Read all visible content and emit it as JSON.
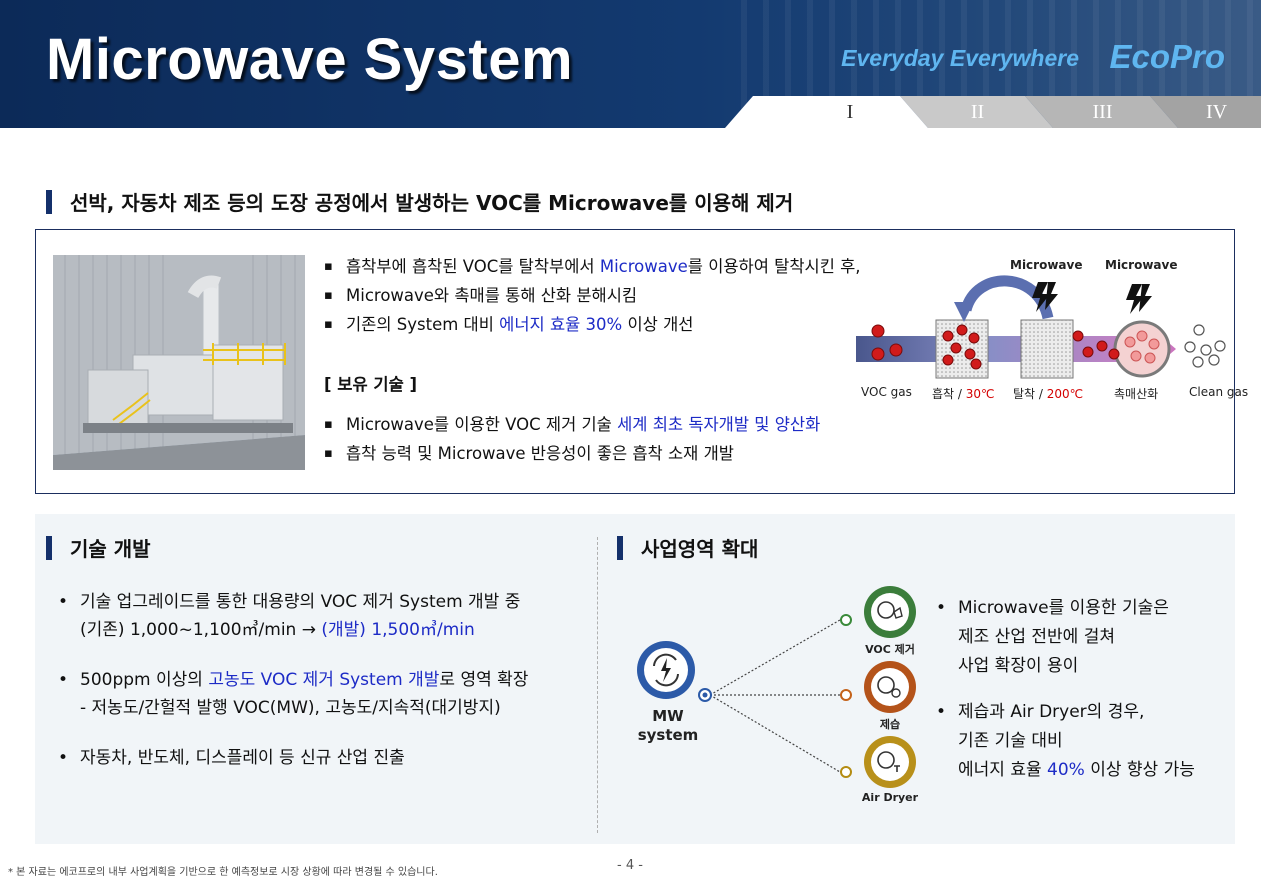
{
  "header": {
    "title": "Microwave System",
    "slogan": "Everyday Everywhere",
    "brand": "EcoPro",
    "tabs": [
      "I",
      "II",
      "III",
      "IV"
    ]
  },
  "section1": {
    "heading": "선박, 자동차 제조 등의 도장 공정에서 발생하는 VOC를 Microwave를 이용해 제거",
    "bullets": [
      {
        "pre": "흡착부에 흡착된 VOC를 탈착부에서 ",
        "hl": "Microwave",
        "post": "를 이용하여 탈착시킨 후,"
      },
      {
        "text": "Microwave와 촉매를 통해 산화 분해시킴"
      },
      {
        "pre": "기존의 System 대비 ",
        "hl": "에너지 효율 30%",
        "post": " 이상 개선"
      }
    ],
    "subheading": "[ 보유 기술 ]",
    "tech": [
      {
        "pre": "Microwave를 이용한 VOC 제거 기술 ",
        "hl": "세계 최초 독자개발 및 양산화",
        "post": ""
      },
      {
        "text": "흡착 능력 및 Microwave 반응성이 좋은 흡착 소재 개발"
      }
    ],
    "diagram": {
      "microwave_labels": [
        "Microwave",
        "Microwave"
      ],
      "voc_gas": "VOC gas",
      "adsorb": "흡착 / ",
      "adsorb_temp": "30℃",
      "desorb": "탈착 / ",
      "desorb_temp": "200℃",
      "catalyst": "촉매산화",
      "clean_gas": "Clean gas"
    }
  },
  "tech_dev": {
    "heading": "기술 개발",
    "items": [
      {
        "line1": "기술 업그레이드를 통한 대용량의 VOC 제거 System 개발 중",
        "line2_pre": "(기존) 1,000~1,100㎥/min → ",
        "line2_hl": "(개발) 1,500㎥/min"
      },
      {
        "line1_pre": "500ppm 이상의 ",
        "line1_hl": "고농도 VOC 제거 System 개발",
        "line1_post": "로 영역 확장",
        "line2": "- 저농도/간헐적 발행 VOC(MW), 고농도/지속적(대기방지)"
      },
      {
        "line1": "자동차, 반도체, 디스플레이 등 신규 산업 진출"
      }
    ]
  },
  "biz_expand": {
    "heading": "사업영역 확대",
    "center_label_1": "MW",
    "center_label_2": "system",
    "nodes": [
      "VOC 제거",
      "제습",
      "Air Dryer"
    ],
    "items": [
      {
        "l1": "Microwave를 이용한 기술은",
        "l2": "제조 산업 전반에 걸쳐",
        "l3": "사업 확장이 용이"
      },
      {
        "l1": "제습과 Air Dryer의 경우,",
        "l2": "기존 기술 대비",
        "l3_pre": "에너지 효율 ",
        "l3_hl": "40%",
        "l3_post": " 이상 향상 가능"
      }
    ]
  },
  "footer": {
    "note": "* 본 자료는 에코프로의 내부 사업계획을 기반으로 한 예측정보로 시장 상황에 따라 변경될 수 있습니다.",
    "page": "- 4 -"
  },
  "colors": {
    "navy": "#14306b",
    "highlight_blue": "#1d2bc6",
    "temp_red": "#d40000",
    "slogan_blue": "#5fb6f0"
  }
}
